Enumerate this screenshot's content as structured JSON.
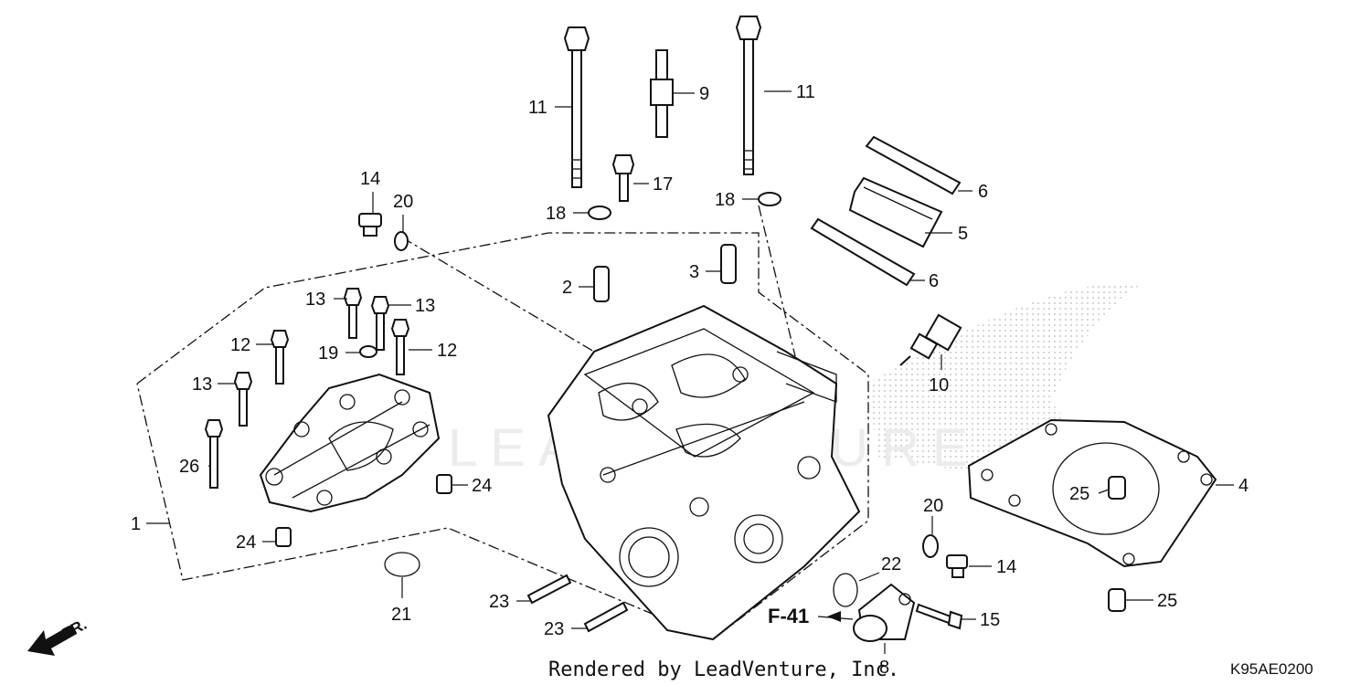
{
  "callouts": {
    "c1": "1",
    "c2": "2",
    "c3": "3",
    "c4": "4",
    "c5": "5",
    "c6a": "6",
    "c6b": "6",
    "c8": "8",
    "c9": "9",
    "c10": "10",
    "c11a": "11",
    "c11b": "11",
    "c12a": "12",
    "c12b": "12",
    "c13a": "13",
    "c13b": "13",
    "c13c": "13",
    "c14a": "14",
    "c14b": "14",
    "c15": "15",
    "c17": "17",
    "c18a": "18",
    "c18b": "18",
    "c19": "19",
    "c20a": "20",
    "c20b": "20",
    "c21": "21",
    "c22": "22",
    "c23a": "23",
    "c23b": "23",
    "c24a": "24",
    "c24b": "24",
    "c25a": "25",
    "c25b": "25",
    "c26": "26"
  },
  "reference": "F-41",
  "front_marker": "FR.",
  "watermark": "LEADVENTURE",
  "footer_text": "Rendered by LeadVenture, Inc.",
  "diagram_code": "K95AE0200"
}
